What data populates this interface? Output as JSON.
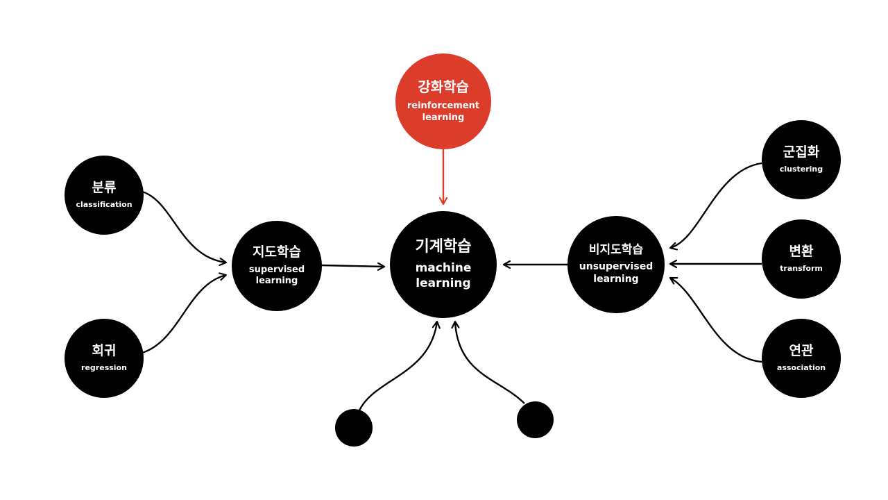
{
  "colors": {
    "node": "#000000",
    "accent": "#dc3c2a",
    "edge": "#000000",
    "accent_edge": "#dc3c2a"
  },
  "nodes": {
    "machine_learning": {
      "ko": "기계학습",
      "en": "machine learning"
    },
    "reinforcement_learning": {
      "ko": "강화학습",
      "en": "reinforcement learning"
    },
    "supervised_learning": {
      "ko": "지도학습",
      "en": "supervised learning"
    },
    "unsupervised_learning": {
      "ko": "비지도학습",
      "en": "unsupervised learning"
    },
    "classification": {
      "ko": "분류",
      "en": "classification"
    },
    "regression": {
      "ko": "회귀",
      "en": "regression"
    },
    "clustering": {
      "ko": "군집화",
      "en": "clustering"
    },
    "transform": {
      "ko": "변환",
      "en": "transform"
    },
    "association": {
      "ko": "연관",
      "en": "association"
    }
  },
  "edges": [
    {
      "from": "reinforcement_learning",
      "to": "machine_learning",
      "accent": true
    },
    {
      "from": "supervised_learning",
      "to": "machine_learning"
    },
    {
      "from": "unsupervised_learning",
      "to": "machine_learning"
    },
    {
      "from": "classification",
      "to": "supervised_learning"
    },
    {
      "from": "regression",
      "to": "supervised_learning"
    },
    {
      "from": "clustering",
      "to": "unsupervised_learning"
    },
    {
      "from": "transform",
      "to": "unsupervised_learning"
    },
    {
      "from": "association",
      "to": "unsupervised_learning"
    },
    {
      "from": "unlabeled_dot_1",
      "to": "machine_learning"
    },
    {
      "from": "unlabeled_dot_2",
      "to": "machine_learning"
    }
  ]
}
